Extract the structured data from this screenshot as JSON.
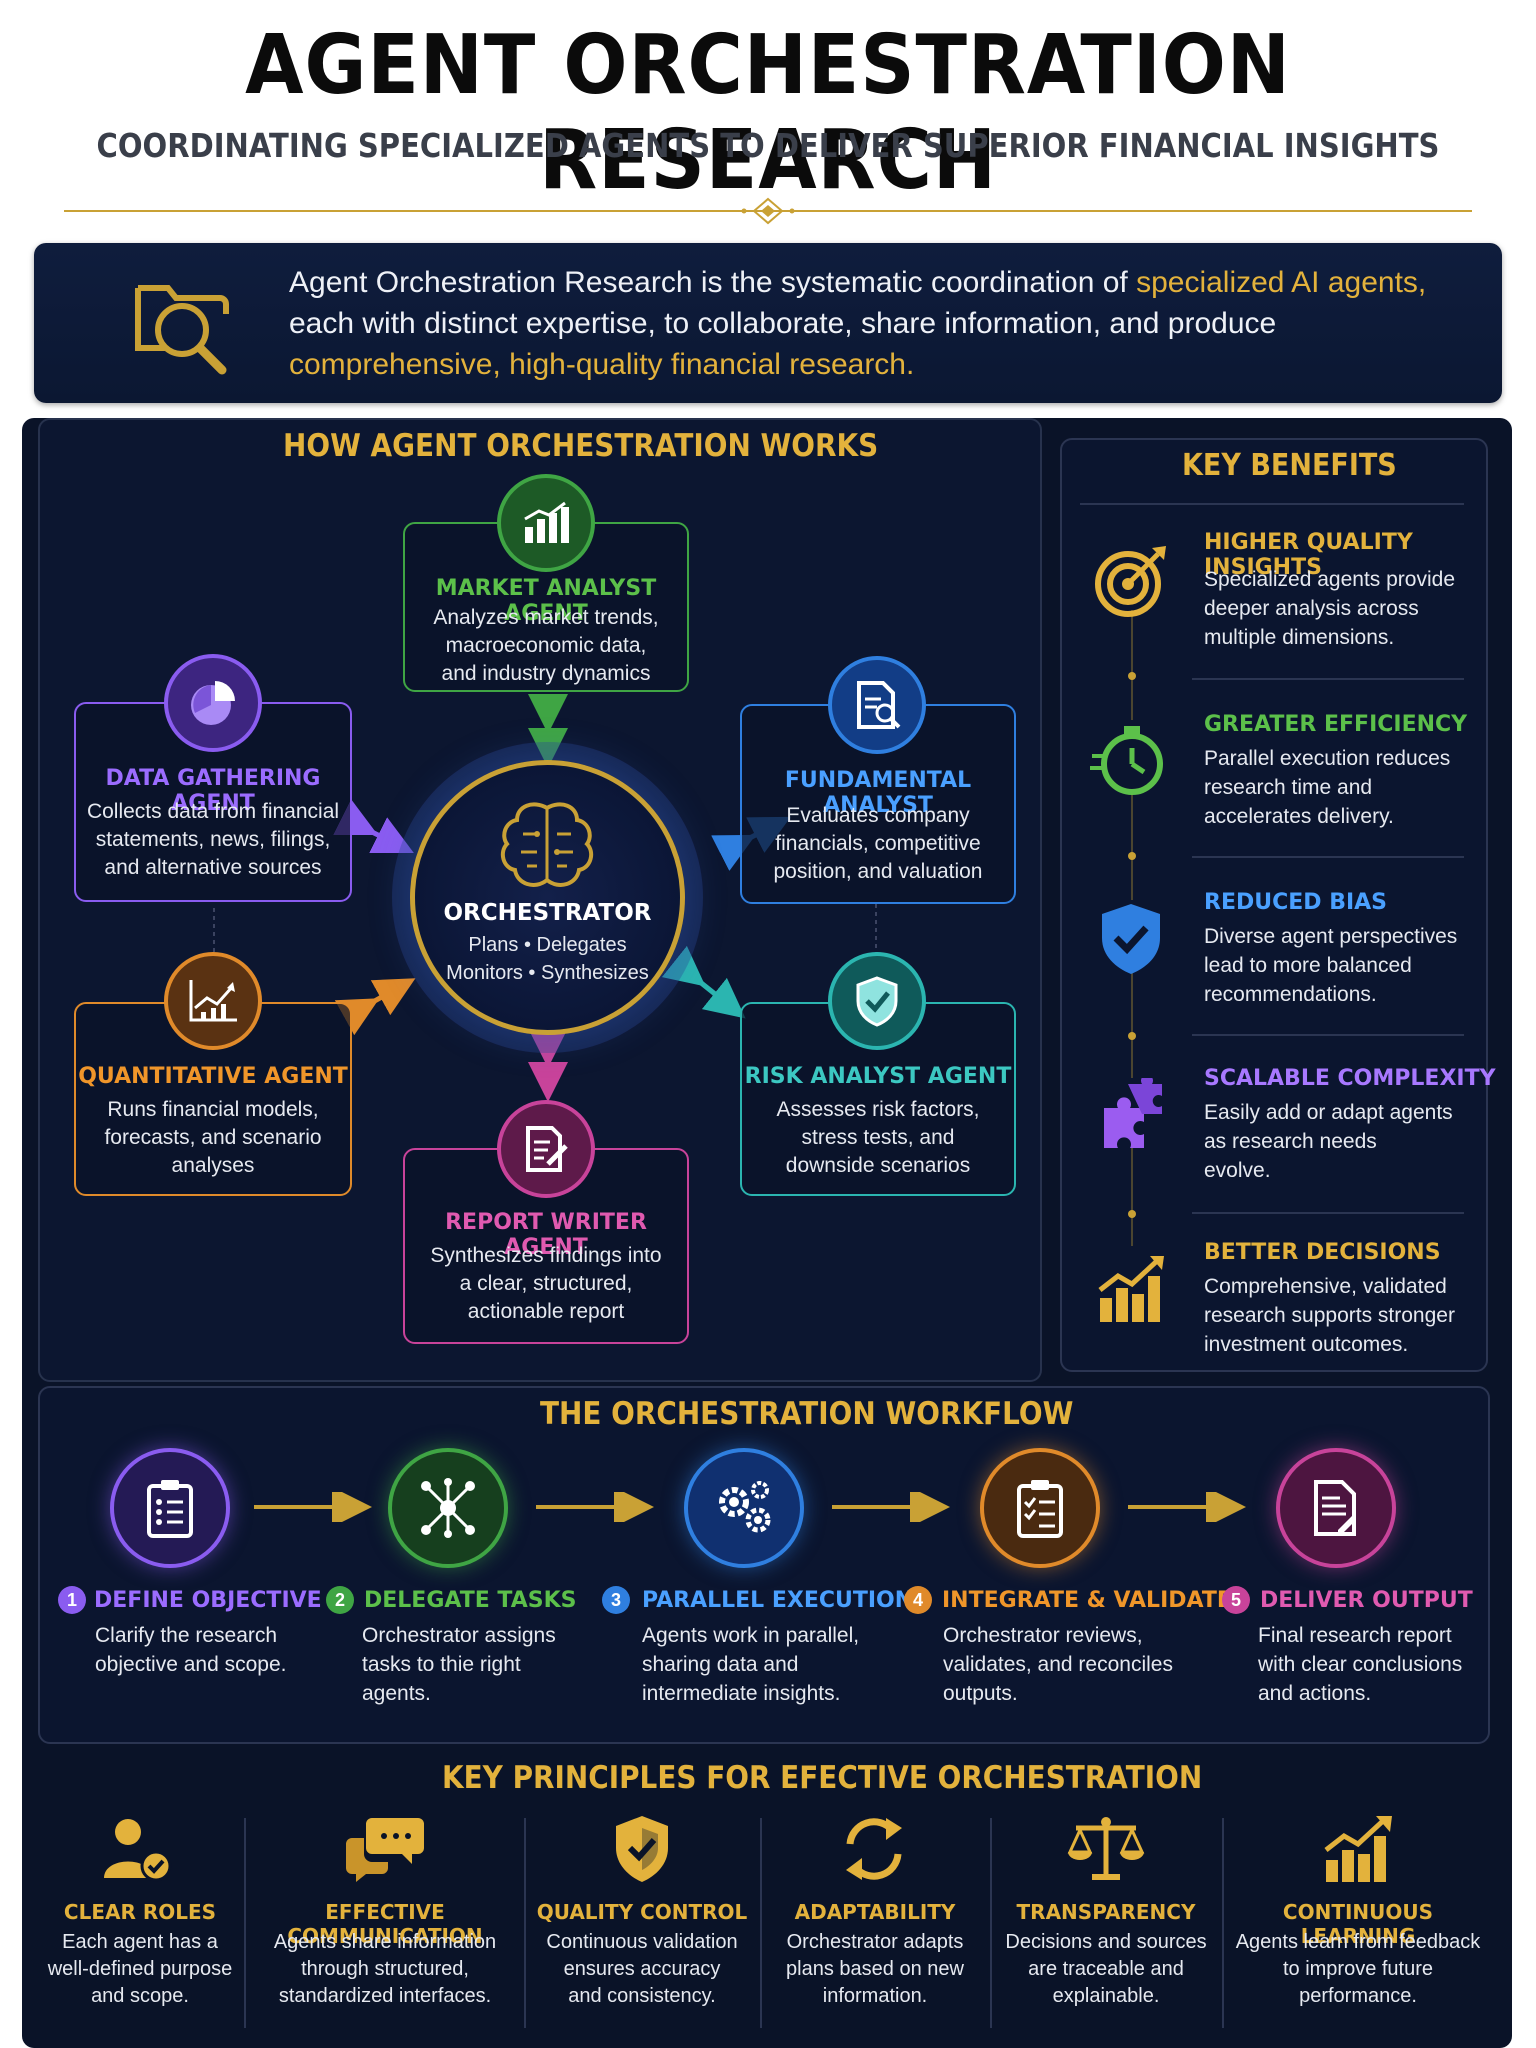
{
  "header": {
    "title": "AGENT ORCHESTRATION RESEARCH",
    "subtitle": "COORDINATING SPECIALIZED AGENTS TO DELIVER SUPERIOR FINANCIAL INSIGHTS"
  },
  "intro": {
    "part1": "Agent Orchestration Research is the systematic coordination of ",
    "highlight1": "specialized AI agents,",
    "part2": " each with distinct expertise, to collaborate, share information, and produce ",
    "highlight2": "comprehensive, high-quality financial research."
  },
  "how": {
    "title": "HOW AGENT ORCHESTRATION WORKS",
    "orchestrator": {
      "name": "ORCHESTRATOR",
      "line1": "Plans • Delegates",
      "line2": "Monitors • Synthesizes"
    },
    "agents": [
      {
        "name": "MARKET ANALYST AGENT",
        "desc": [
          "Analyzes market trends,",
          "macroeconomic data,",
          "and industry dynamics"
        ],
        "color": "#3fa544",
        "icon": "bar-chart-icon"
      },
      {
        "name": "DATA GATHERING AGENT",
        "desc": [
          "Collects data from financial",
          "statements, news, filings,",
          "and alternative sources"
        ],
        "color": "#8a5cf0",
        "icon": "pie-chart-icon"
      },
      {
        "name": "FUNDAMENTAL ANALYST",
        "desc": [
          "Evaluates company",
          "financials, competitive",
          "position, and valuation"
        ],
        "color": "#2f7fe0",
        "icon": "document-search-icon"
      },
      {
        "name": "QUANTITATIVE AGENT",
        "desc": [
          "Runs financial models,",
          "forecasts, and scenario",
          "analyses"
        ],
        "color": "#e08a2a",
        "icon": "line-chart-icon"
      },
      {
        "name": "RISK ANALYST AGENT",
        "desc": [
          "Assesses risk factors,",
          "stress tests, and",
          "downside scenarios"
        ],
        "color": "#2bb5b0",
        "icon": "shield-check-icon"
      },
      {
        "name": "REPORT WRITER AGENT",
        "desc": [
          "Synthesizes findings into",
          "a clear, structured,",
          "actionable report"
        ],
        "color": "#c8439a",
        "icon": "report-pen-icon"
      }
    ]
  },
  "benefits": {
    "title": "KEY BENEFITS",
    "items": [
      {
        "title": "HIGHER QUALITY INSIGHTS",
        "desc": [
          "Specialized agents provide",
          "deeper analysis across",
          "multiple dimensions."
        ],
        "color": "#e3b23c",
        "icon": "target-icon"
      },
      {
        "title": "GREATER EFFICIENCY",
        "desc": [
          "Parallel execution reduces",
          "research time and",
          "accelerates delivery."
        ],
        "color": "#5cc04a",
        "icon": "stopwatch-icon"
      },
      {
        "title": "REDUCED BIAS",
        "desc": [
          "Diverse agent perspectives",
          "lead to more balanced",
          "recommendations."
        ],
        "color": "#3d8ef0",
        "icon": "shield-check-icon"
      },
      {
        "title": "SCALABLE COMPLEXITY",
        "desc": [
          "Easily add or adapt agents",
          "as research needs",
          "evolve."
        ],
        "color": "#9b5cf0",
        "icon": "puzzle-icon"
      },
      {
        "title": "BETTER DECISIONS",
        "desc": [
          "Comprehensive, validated",
          "research supports stronger",
          "investment outcomes."
        ],
        "color": "#e3b23c",
        "icon": "growth-chart-icon"
      }
    ]
  },
  "workflow": {
    "title": "THE ORCHESTRATION WORKFLOW",
    "steps": [
      {
        "num": "1",
        "title": "DEFINE OBJECTIVE",
        "desc": [
          "Clarify the research",
          "objective and scope."
        ],
        "color": "#8a5cf0",
        "icon": "clipboard-list-icon"
      },
      {
        "num": "2",
        "title": "DELEGATE TASKS",
        "desc": [
          "Orchestrator assigns",
          "tasks to thie right",
          "agents."
        ],
        "color": "#3fa544",
        "icon": "network-icon"
      },
      {
        "num": "3",
        "title": "PARALLEL EXECUTION",
        "desc": [
          "Agents work in parallel,",
          "sharing data and",
          "intermediate insights."
        ],
        "color": "#2f7fe0",
        "icon": "gears-icon"
      },
      {
        "num": "4",
        "title": "INTEGRATE & VALIDATE",
        "desc": [
          "Orchestrator reviews,",
          "validates, and reconciles",
          "outputs."
        ],
        "color": "#e08a2a",
        "icon": "checklist-icon"
      },
      {
        "num": "5",
        "title": "DELIVER OUTPUT",
        "desc": [
          "Final research report",
          "with clear conclusions",
          "and actions."
        ],
        "color": "#c8439a",
        "icon": "report-icon"
      }
    ]
  },
  "principles": {
    "title": "KEY PRINCIPLES FOR EFECTIVE ORCHESTRATION",
    "items": [
      {
        "title": "CLEAR ROLES",
        "desc": [
          "Each agent has a",
          "well-defined purpose",
          "and scope."
        ],
        "icon": "user-check-icon"
      },
      {
        "title": "EFFECTIVE COMMUNICATION",
        "desc": [
          "Agents share information",
          "through structured,",
          "standardized interfaces."
        ],
        "icon": "chat-bubbles-icon"
      },
      {
        "title": "QUALITY CONTROL",
        "desc": [
          "Continuous validation",
          "ensures accuracy",
          "and consistency."
        ],
        "icon": "shield-check-icon"
      },
      {
        "title": "ADAPTABILITY",
        "desc": [
          "Orchestrator adapts",
          "plans based on new",
          "information."
        ],
        "icon": "cycle-arrows-icon"
      },
      {
        "title": "TRANSPARENCY",
        "desc": [
          "Decisions and sources",
          "are traceable and",
          "explainable."
        ],
        "icon": "balance-scale-icon"
      },
      {
        "title": "CONTINUOUS LEARNING",
        "desc": [
          "Agents learn from feedback",
          "to improve future",
          "performance."
        ],
        "icon": "growth-chart-icon"
      }
    ]
  },
  "colors": {
    "gold": "#e3b23c",
    "navy": "#0a1328"
  }
}
